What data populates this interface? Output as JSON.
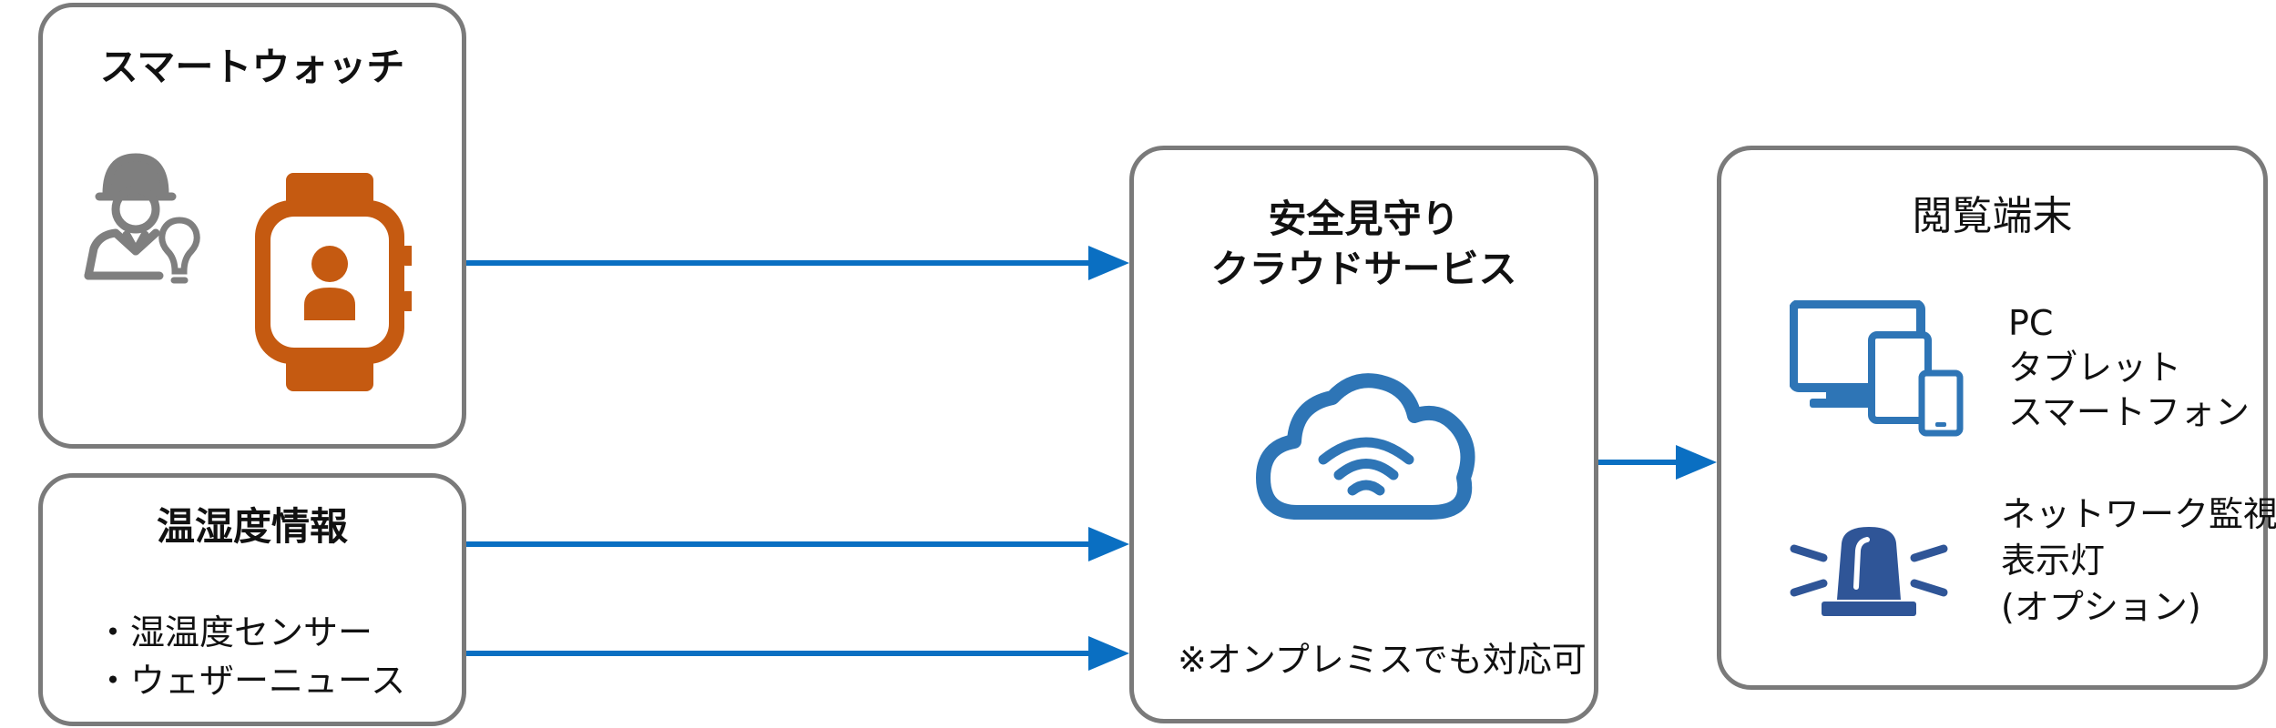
{
  "smartwatch": {
    "title": "スマートウォッチ"
  },
  "environment": {
    "title": "温湿度情報",
    "items": [
      "・湿温度センサー",
      "・ウェザーニュース"
    ]
  },
  "cloud_service": {
    "title_line1": "安全見守り",
    "title_line2": "クラウドサービス",
    "note": "※オンプレミスでも対応可"
  },
  "viewing_devices": {
    "title": "閲覧端末",
    "devices": [
      "PC",
      "タブレット",
      "スマートフォン"
    ],
    "signal_light": [
      "ネットワーク監視",
      "表示灯",
      "(オプション)"
    ]
  },
  "colors": {
    "arrow": "#0a6fc2",
    "watch": "#c55a11",
    "cloud": "#2e75b6",
    "devices": "#2e75b6",
    "light": "#2f5597",
    "worker": "#7f7f7f",
    "border": "#7a7a7a"
  },
  "icons": [
    "worker-icon",
    "smartwatch-icon",
    "cloud-wifi-icon",
    "devices-icon",
    "signal-light-icon"
  ]
}
